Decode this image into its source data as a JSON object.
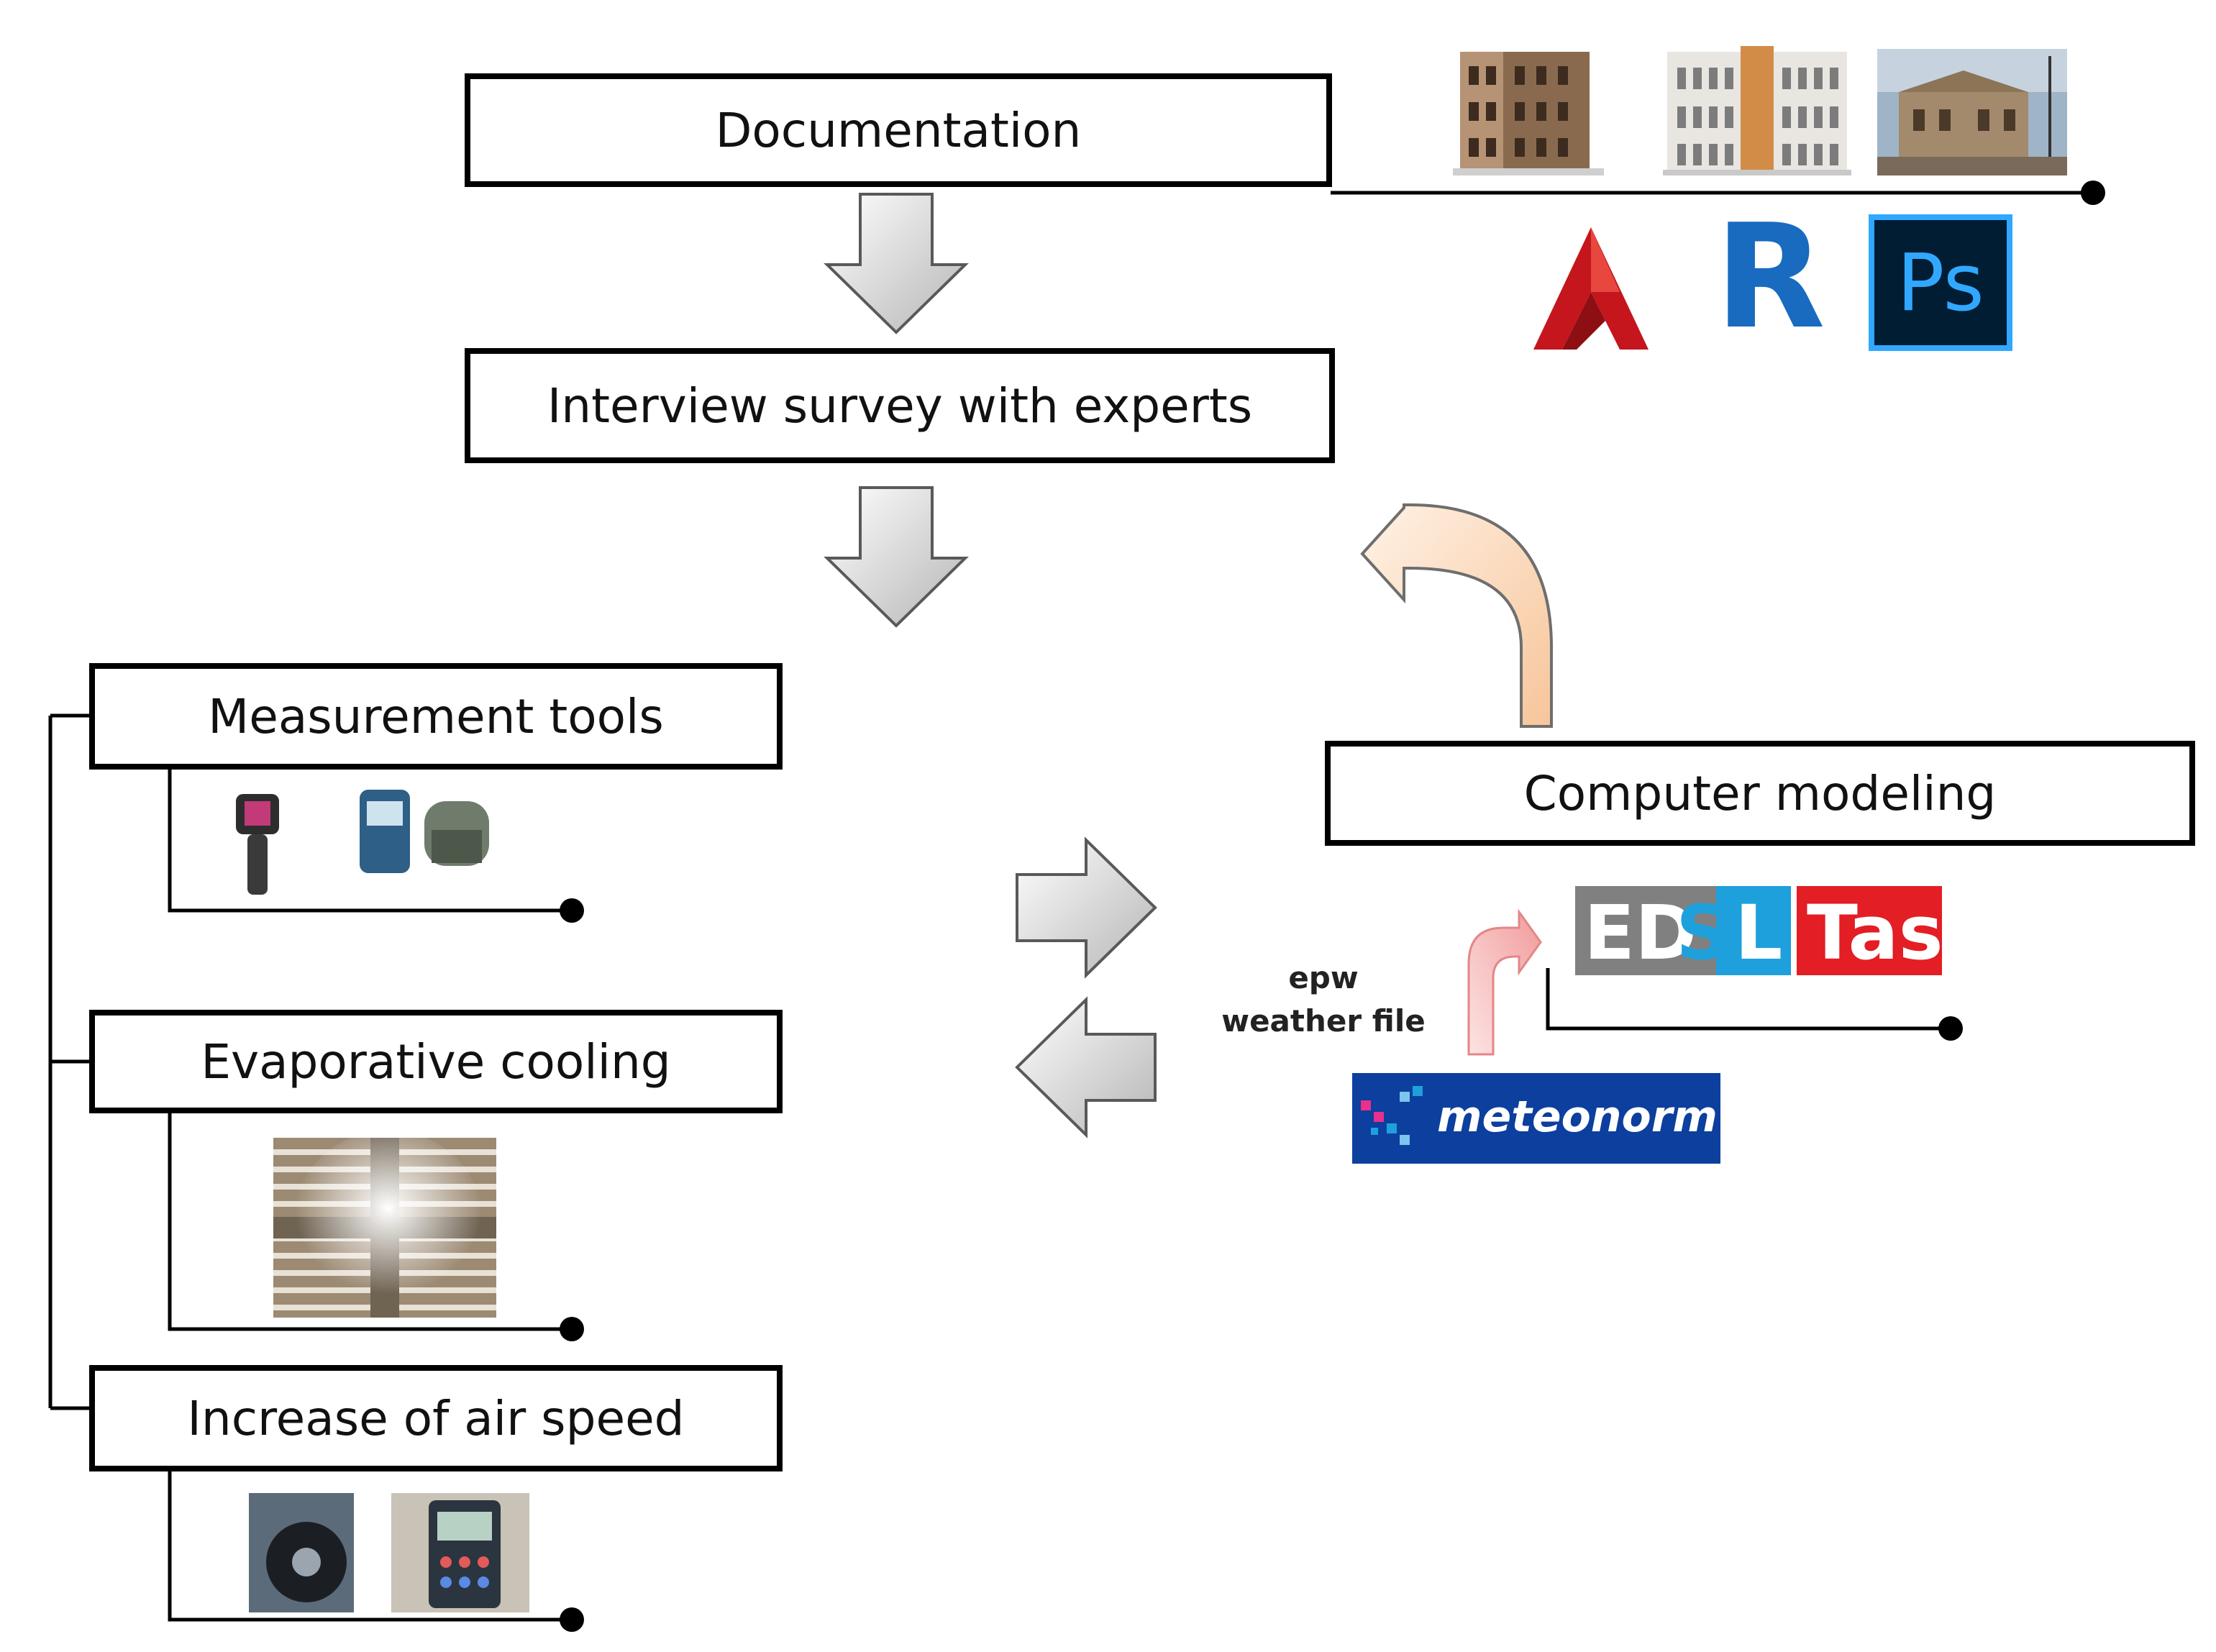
{
  "boxes": {
    "documentation": "Documentation",
    "interview": "Interview survey with experts",
    "measurement": "Measurement tools",
    "evaporative": "Evaporative cooling",
    "airspeed": "Increase of air speed",
    "modeling": "Computer modeling"
  },
  "weather_label": {
    "line1": "epw",
    "line2": "weather file"
  },
  "logos": {
    "autocad": "autocad-logo",
    "revit_letter": "R",
    "photoshop": "Ps",
    "edsl_part1": "ED",
    "edsl_part2": "S",
    "edsl_part3": "L",
    "tas": "Tas",
    "meteonorm": "meteonorm"
  },
  "colors": {
    "arrow_gray": "#d9d9d9",
    "curved_arrow": "#fbd5b5",
    "weather_arrow": "#f4a6a6",
    "edsl_gray": "#808080",
    "edsl_blue": "#1ea0dc",
    "tas_red": "#e31e24",
    "meteonorm_blue": "#0c3f9e",
    "photoshop_bg": "#001d34",
    "photoshop_text": "#31a8ff",
    "autocad_red": "#c4161c",
    "revit_blue": "#186bbf"
  }
}
